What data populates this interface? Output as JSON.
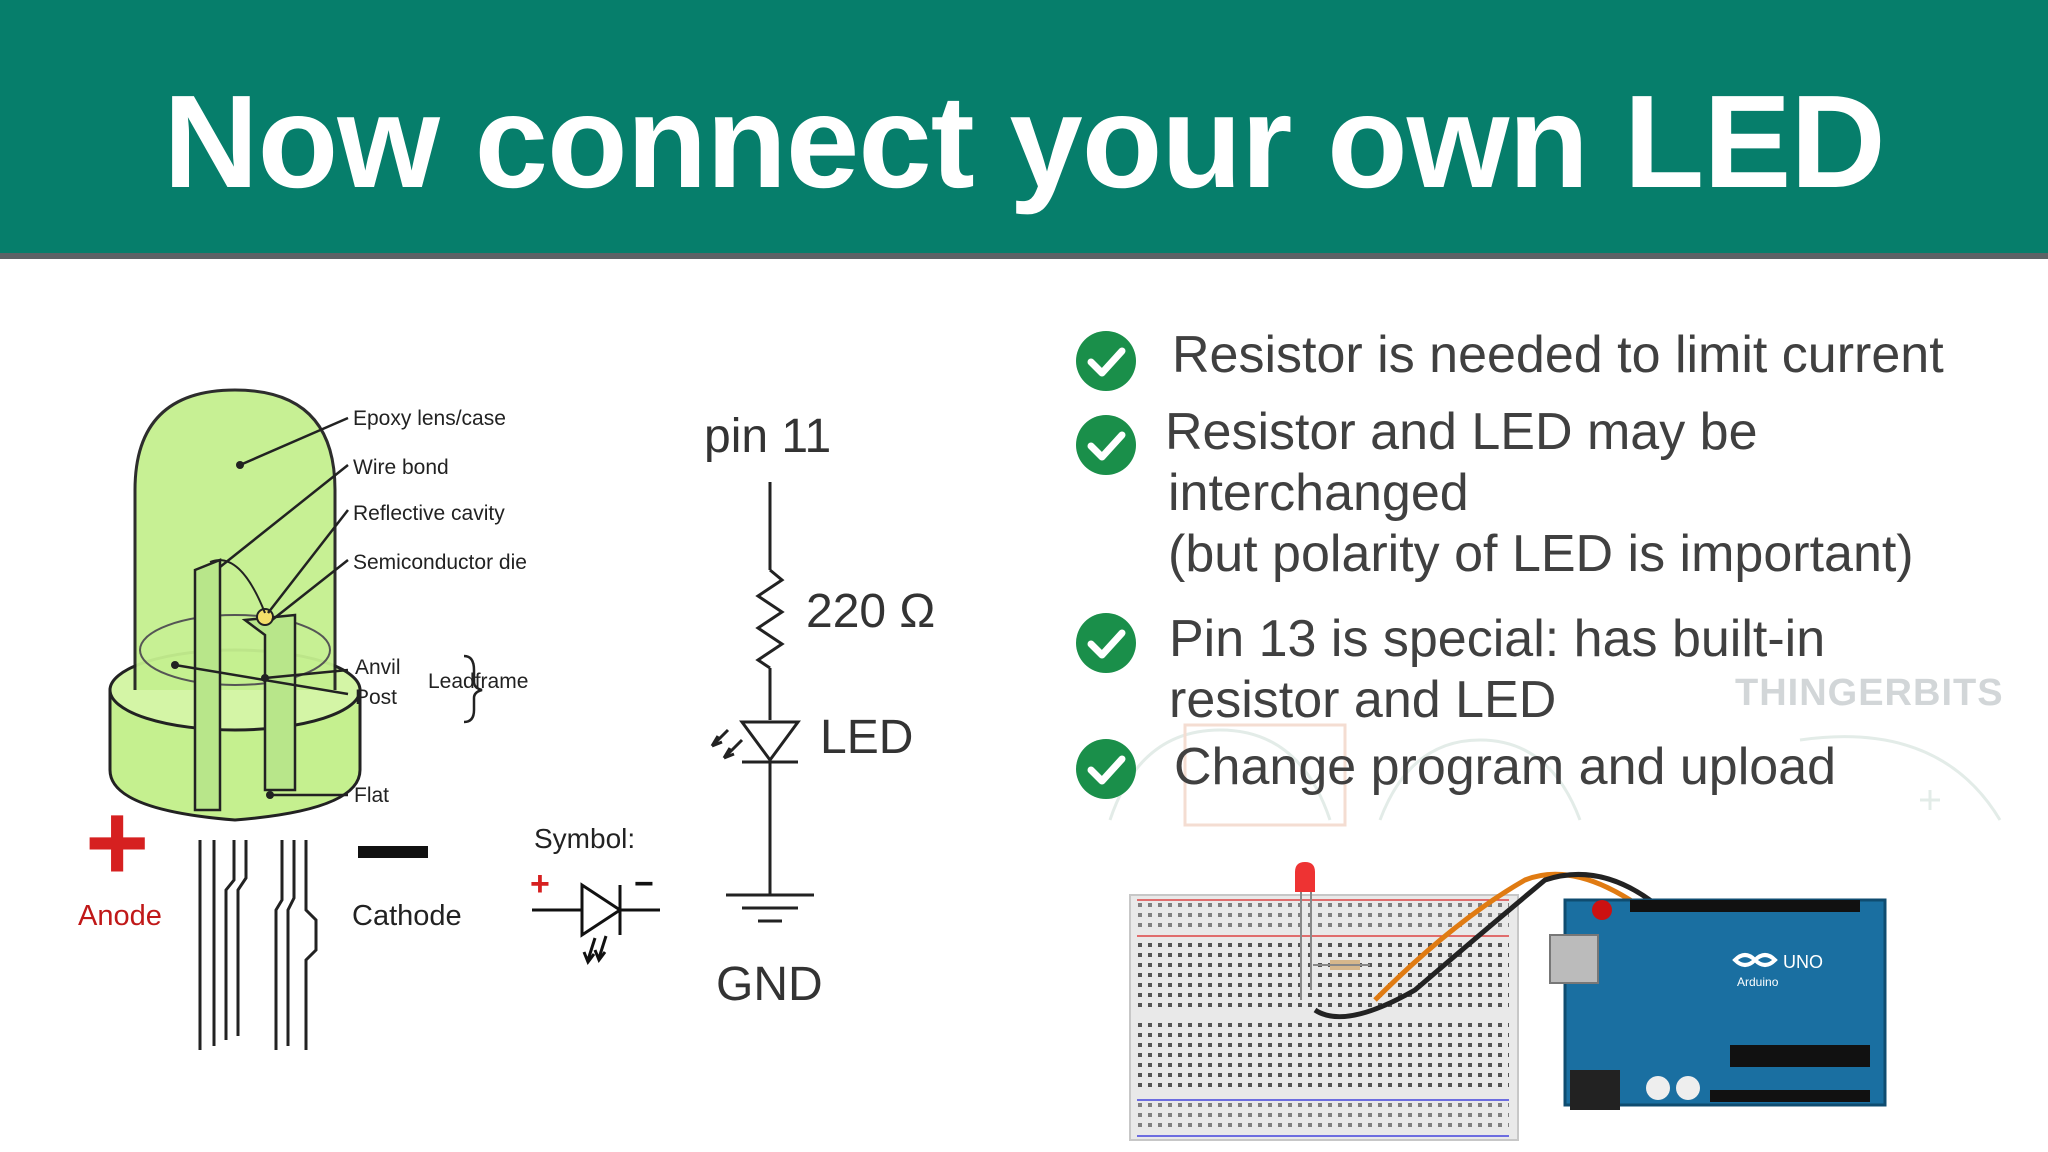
{
  "title": "Now connect your own LED",
  "colors": {
    "header": "#067e6b",
    "check": "#1a8f4a",
    "anode": "#d62020",
    "led_body": "#c5f08f"
  },
  "led_diagram": {
    "labels": {
      "epoxy": "Epoxy lens/case",
      "wire_bond": "Wire bond",
      "reflective": "Reflective cavity",
      "semiconductor": "Semiconductor die",
      "anvil": "Anvil",
      "post": "Post",
      "leadframe": "Leadframe",
      "flat": "Flat",
      "anode": "Anode",
      "cathode": "Cathode",
      "plus": "+",
      "minus": "−"
    }
  },
  "symbol": {
    "label": "Symbol:",
    "plus": "+",
    "minus": "−"
  },
  "schematic": {
    "pin": "pin 11",
    "resistor": "220 Ω",
    "led": "LED",
    "gnd": "GND"
  },
  "bullets": [
    {
      "icon": "check-circle-icon",
      "lines": [
        "Resistor is needed to limit current"
      ]
    },
    {
      "icon": "check-circle-icon",
      "lines": [
        " Resistor and LED may be",
        "interchanged",
        "(but polarity of LED is important)"
      ]
    },
    {
      "icon": "check-circle-icon",
      "lines": [
        "Pin 13 is special: has built-in",
        "resistor and LED"
      ]
    },
    {
      "icon": "check-circle-icon",
      "lines": [
        "Change program and upload"
      ]
    }
  ],
  "watermark": "THINGERBITS",
  "arduino": {
    "brand": "Arduino",
    "model": "UNO"
  }
}
